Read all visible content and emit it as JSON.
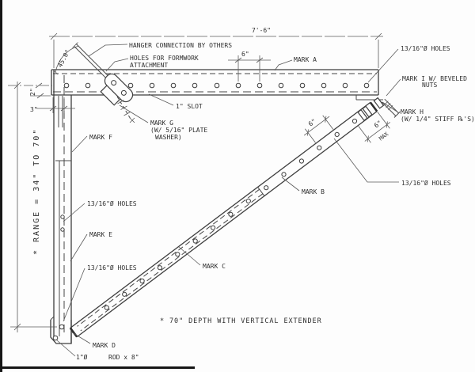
{
  "colors": {
    "line": "#3e3e3e",
    "background": "#fdfdfd",
    "border": "#161616"
  },
  "dimensions": {
    "overall_width": "7'-6\"",
    "top_hole_spacing": "6\"",
    "edge_offset_3": "3\"",
    "flange_offset_2": "2\"",
    "range": "* RANGE = 34\" TO 70\"",
    "diag_hole_spacing": "6\"",
    "diag_end_gap": "6\"",
    "diag_end_gap_suffix": "MAX",
    "hanger_angle": "45.0°"
  },
  "notes": {
    "hanger": "HANGER CONNECTION BY OTHERS",
    "formwork_1": "HOLES FOR FORMWORK",
    "formwork_2": "ATTACHMENT",
    "slot": "1\" SLOT",
    "depth": "* 70\" DEPTH WITH VERTICAL EXTENDER"
  },
  "marks": {
    "a": "MARK A",
    "b": "MARK B",
    "c": "MARK C",
    "d": "MARK D",
    "e": "MARK E",
    "f": "MARK F",
    "g_1": "MARK G",
    "g_2": "(W/ 5/16\" PLATE",
    "g_3": "WASHER)",
    "h_1": "MARK H",
    "h_2": "(W/ 1/4\" STIFF ℞'S)",
    "i_1": "MARK I W/ BEVELED",
    "i_2": "NUTS"
  },
  "holes": {
    "top_right": "13/16\"Ø HOLES",
    "diagonal": "13/16\"Ø HOLES",
    "left_upper": "13/16\"Ø HOLES",
    "left_lower": "13/16\"Ø HOLES",
    "rod_dia": "1\"Ø",
    "rod_size": "ROD x 8\""
  }
}
